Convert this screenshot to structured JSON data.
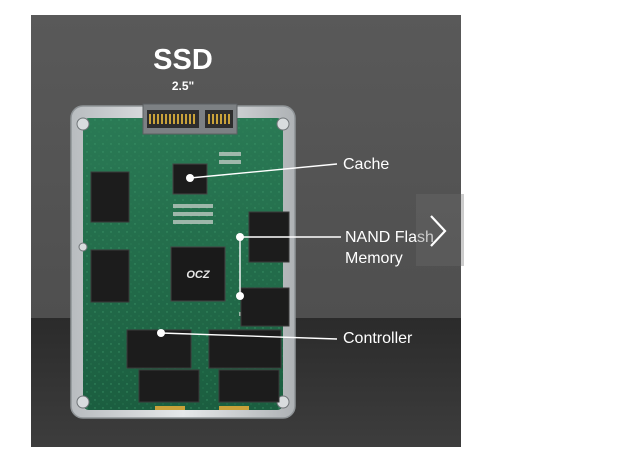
{
  "diagram": {
    "title": "SSD",
    "subtitle": "2.5\"",
    "chip_brand": "OCZ",
    "callouts": {
      "cache": "Cache",
      "nand_line1": "NAND Flash",
      "nand_line2": "Memory",
      "controller": "Controller"
    }
  },
  "colors": {
    "background": "#545454",
    "pcb": "#1f6b4a",
    "frame": "#cfd2d4",
    "chip": "#1c1c1c",
    "connector": "#c9a23a",
    "callout_text": "#ffffff"
  },
  "navigation": {
    "next_icon": "chevron-right-icon"
  }
}
